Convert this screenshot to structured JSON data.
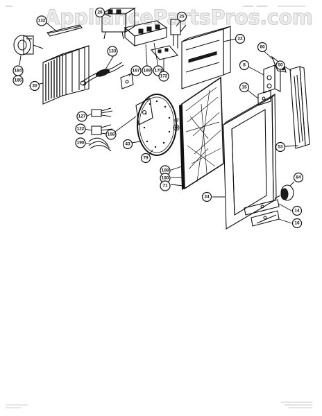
{
  "watermark": "AppliancePartsPros.com",
  "callouts": [
    {
      "id": "132",
      "label": "132"
    },
    {
      "id": "26",
      "label": "26"
    },
    {
      "id": "25",
      "label": "25"
    },
    {
      "id": "22",
      "label": "22"
    },
    {
      "id": "184",
      "label": "184"
    },
    {
      "id": "185",
      "label": "185"
    },
    {
      "id": "30",
      "label": "30"
    },
    {
      "id": "133",
      "label": "133"
    },
    {
      "id": "167",
      "label": "167"
    },
    {
      "id": "169",
      "label": "169"
    },
    {
      "id": "170",
      "label": "170"
    },
    {
      "id": "172",
      "label": "172"
    },
    {
      "id": "60",
      "label": "60"
    },
    {
      "id": "8",
      "label": "8"
    },
    {
      "id": "50",
      "label": "50"
    },
    {
      "id": "15",
      "label": "15"
    },
    {
      "id": "127",
      "label": "127"
    },
    {
      "id": "122",
      "label": "122"
    },
    {
      "id": "190",
      "label": "190"
    },
    {
      "id": "158",
      "label": "158"
    },
    {
      "id": "43",
      "label": "43"
    },
    {
      "id": "79",
      "label": "79"
    },
    {
      "id": "47",
      "label": "47"
    },
    {
      "id": "53",
      "label": "53"
    },
    {
      "id": "108",
      "label": "108"
    },
    {
      "id": "160",
      "label": "160"
    },
    {
      "id": "71",
      "label": "71"
    },
    {
      "id": "84",
      "label": "84"
    },
    {
      "id": "34",
      "label": "34"
    },
    {
      "id": "14",
      "label": "14"
    },
    {
      "id": "16",
      "label": "16"
    }
  ]
}
